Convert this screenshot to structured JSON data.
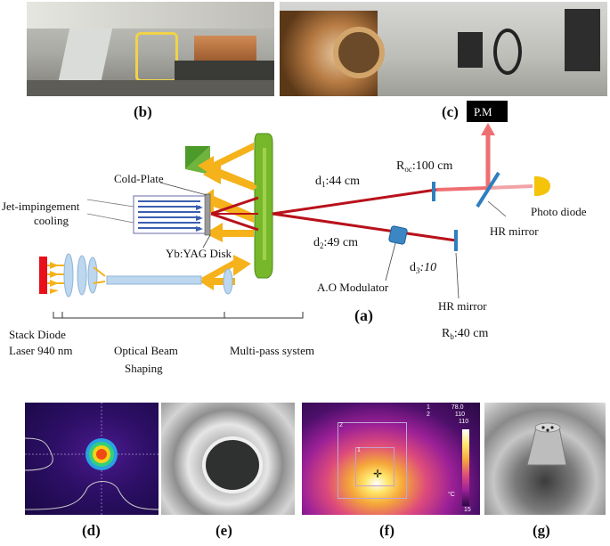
{
  "captions": {
    "a": "(a)",
    "b": "(b)",
    "c": "(c)",
    "d": "(d)",
    "e": "(e)",
    "f": "(f)",
    "g": "(g)"
  },
  "diagram": {
    "cold_plate": "Cold-Plate",
    "jet_line1": "Jet-impingement",
    "jet_line2": "cooling",
    "disk": "Yb:YAG Disk",
    "d1_prefix": "d",
    "d1_sub": "1",
    "d1_value": ":44 cm",
    "roc_prefix": "R",
    "roc_sub": "oc",
    "roc_value": ":100 cm",
    "pm": "P.M",
    "photo_diode": "Photo diode",
    "hr_mirror_1": "HR mirror",
    "d2_prefix": "d",
    "d2_sub": "2",
    "d2_value": ":49 cm",
    "d3_prefix": "d",
    "d3_sub": "3",
    "d3_value": ":10",
    "ao_modulator": "A.O Modulator",
    "hr_mirror_2": "HR mirror",
    "rb_prefix": "R",
    "rb_sub": "b",
    "rb_value": ":40 cm",
    "stack_line1": "Stack Diode",
    "stack_line2": "Laser 940 nm",
    "obs_line1": "Optical Beam",
    "obs_line2": "Shaping",
    "multipass": "Multi-pass system"
  },
  "thermal": {
    "legend_1": "1",
    "legend_2": "2",
    "legend_max": "78.0",
    "legend_v1": "110",
    "legend_v2": "110",
    "unit": "°C",
    "scale_min": "15",
    "box_2": "2",
    "box_1": "1"
  },
  "colors": {
    "pump_arrow": "#f5b21b",
    "beam": "#b8111a",
    "beam_out": "#ee6f72",
    "mirror_green": "#76b82a",
    "laser_red": "#e8101a",
    "pm_box": "#000000",
    "diode_yellow": "#f4c30a",
    "ao_blue": "#2f7fbf",
    "lens_blue": "#bcd7ee"
  }
}
